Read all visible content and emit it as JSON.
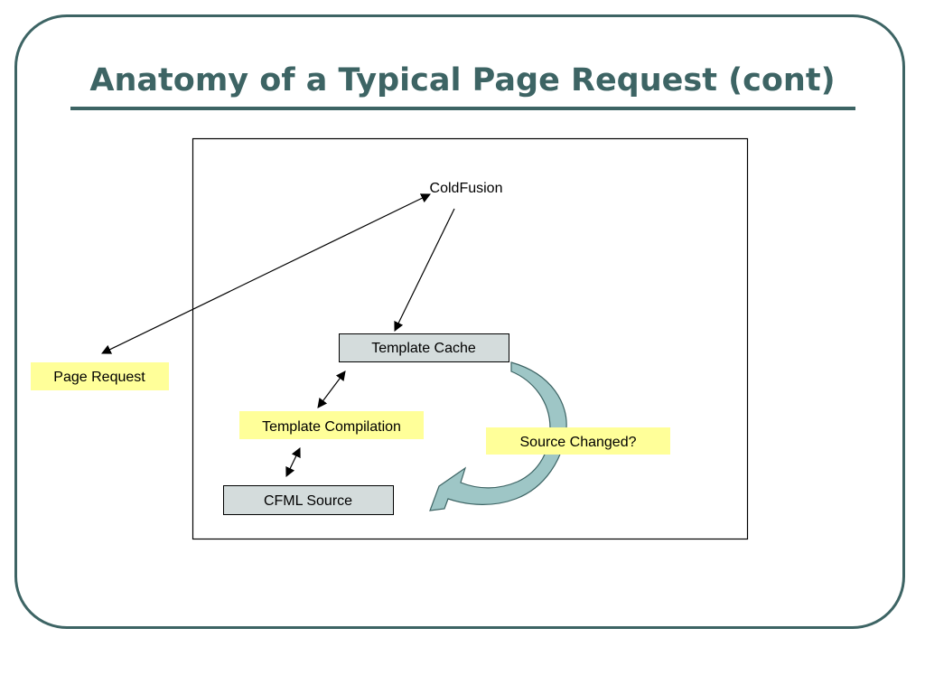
{
  "slide": {
    "title": "Anatomy of a Typical Page Request (cont)"
  },
  "diagram": {
    "nodes": {
      "coldfusion": "ColdFusion",
      "page_request": "Page Request",
      "template_cache": "Template Cache",
      "template_compilation": "Template Compilation",
      "cfml_source": "CFML Source",
      "source_changed": "Source Changed?"
    }
  },
  "colors": {
    "title": "#3d6464",
    "highlight_fill": "#ffff99",
    "gray_box_fill": "#d4dcdc",
    "curved_arrow_fill": "#9ec6c6",
    "curved_arrow_stroke": "#3d6464"
  }
}
